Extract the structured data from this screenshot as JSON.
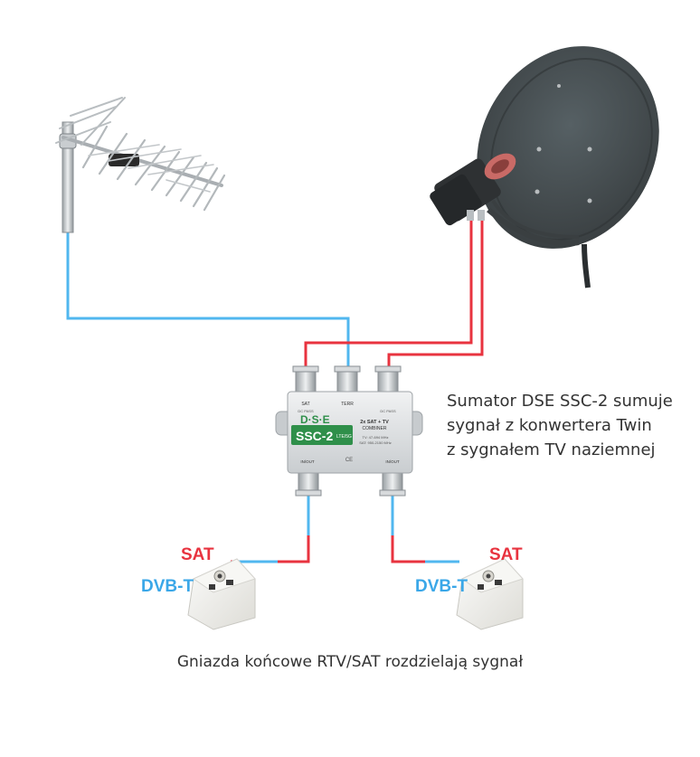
{
  "colors": {
    "sat_cable": "#e8333f",
    "tv_cable": "#51b7ef",
    "dish": "#3f4446",
    "combiner_body": "#d9dcdf",
    "combiner_label": "#2f8f4a",
    "caption_text": "#333333"
  },
  "icons": [
    "terrestrial-antenna-icon",
    "satellite-dish-icon",
    "twin-lnb-icon",
    "combiner-icon",
    "wall-socket-icon"
  ],
  "combiner": {
    "brand": "D·S·E",
    "model": "SSC-2",
    "suffix": "LTE/5G",
    "title_line1": "2x SAT + TV",
    "title_line2": "COMBINER",
    "spec_line1": "TV: 47-694 MHz",
    "spec_line2": "SAT: 950-2150 MHz",
    "port_sat": "SAT",
    "port_terr": "TERR",
    "port_dc1": "DC PASS",
    "port_dc2": "DC PASS",
    "port_in_out1": "IN/OUT",
    "port_in_out2": "IN/OUT",
    "ce_mark": "CE"
  },
  "description": {
    "line1": "Sumator DSE SSC-2 sumuje",
    "line2": "sygnał z konwertera Twin",
    "line3": "z sygnałem TV naziemnej"
  },
  "socket_left": {
    "sat_label": "SAT",
    "dvbt_label": "DVB-T"
  },
  "socket_right": {
    "sat_label": "SAT",
    "dvbt_label": "DVB-T"
  },
  "bottom_caption": "Gniazda końcowe RTV/SAT rozdzielają sygnał"
}
